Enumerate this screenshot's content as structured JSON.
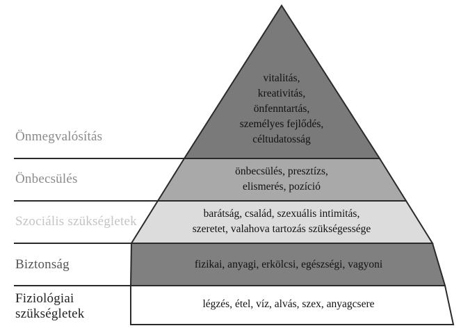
{
  "diagram": {
    "levels": [
      {
        "label_lines": [
          "Önmegvalósítás"
        ],
        "label_color": "#8a8a8a",
        "fill": "#7a7a7a",
        "text_lines": [
          "vitalitás,",
          "kreativitás,",
          "önfenntartás,",
          "személyes fejlődés,",
          "céltudatosság"
        ]
      },
      {
        "label_lines": [
          "Önbecsülés"
        ],
        "label_color": "#8a8a8a",
        "fill": "#a9a9a9",
        "text_lines": [
          "önbecsülés, presztízs,",
          "elismerés, pozíció"
        ]
      },
      {
        "label_lines": [
          "Szociális szükségletek"
        ],
        "label_color": "#c4c4c4",
        "fill": "#dcdcdc",
        "text_lines": [
          "barátság, család, szexuális intimitás,",
          "szeretet, valahova tartozás szükségessége"
        ]
      },
      {
        "label_lines": [
          "Biztonság"
        ],
        "label_color": "#555555",
        "fill": "#808080",
        "text_lines": [
          "fizikai, anyagi, erkölcsi, egészségi, vagyoni"
        ]
      },
      {
        "label_lines": [
          "Fiziológiai",
          "szükségletek"
        ],
        "label_color": "#222222",
        "fill": "#ffffff",
        "text_lines": [
          "légzés, étel, víz, alvás, szex, anyagcsere"
        ]
      }
    ],
    "stroke_color": "#2a2a2a"
  }
}
